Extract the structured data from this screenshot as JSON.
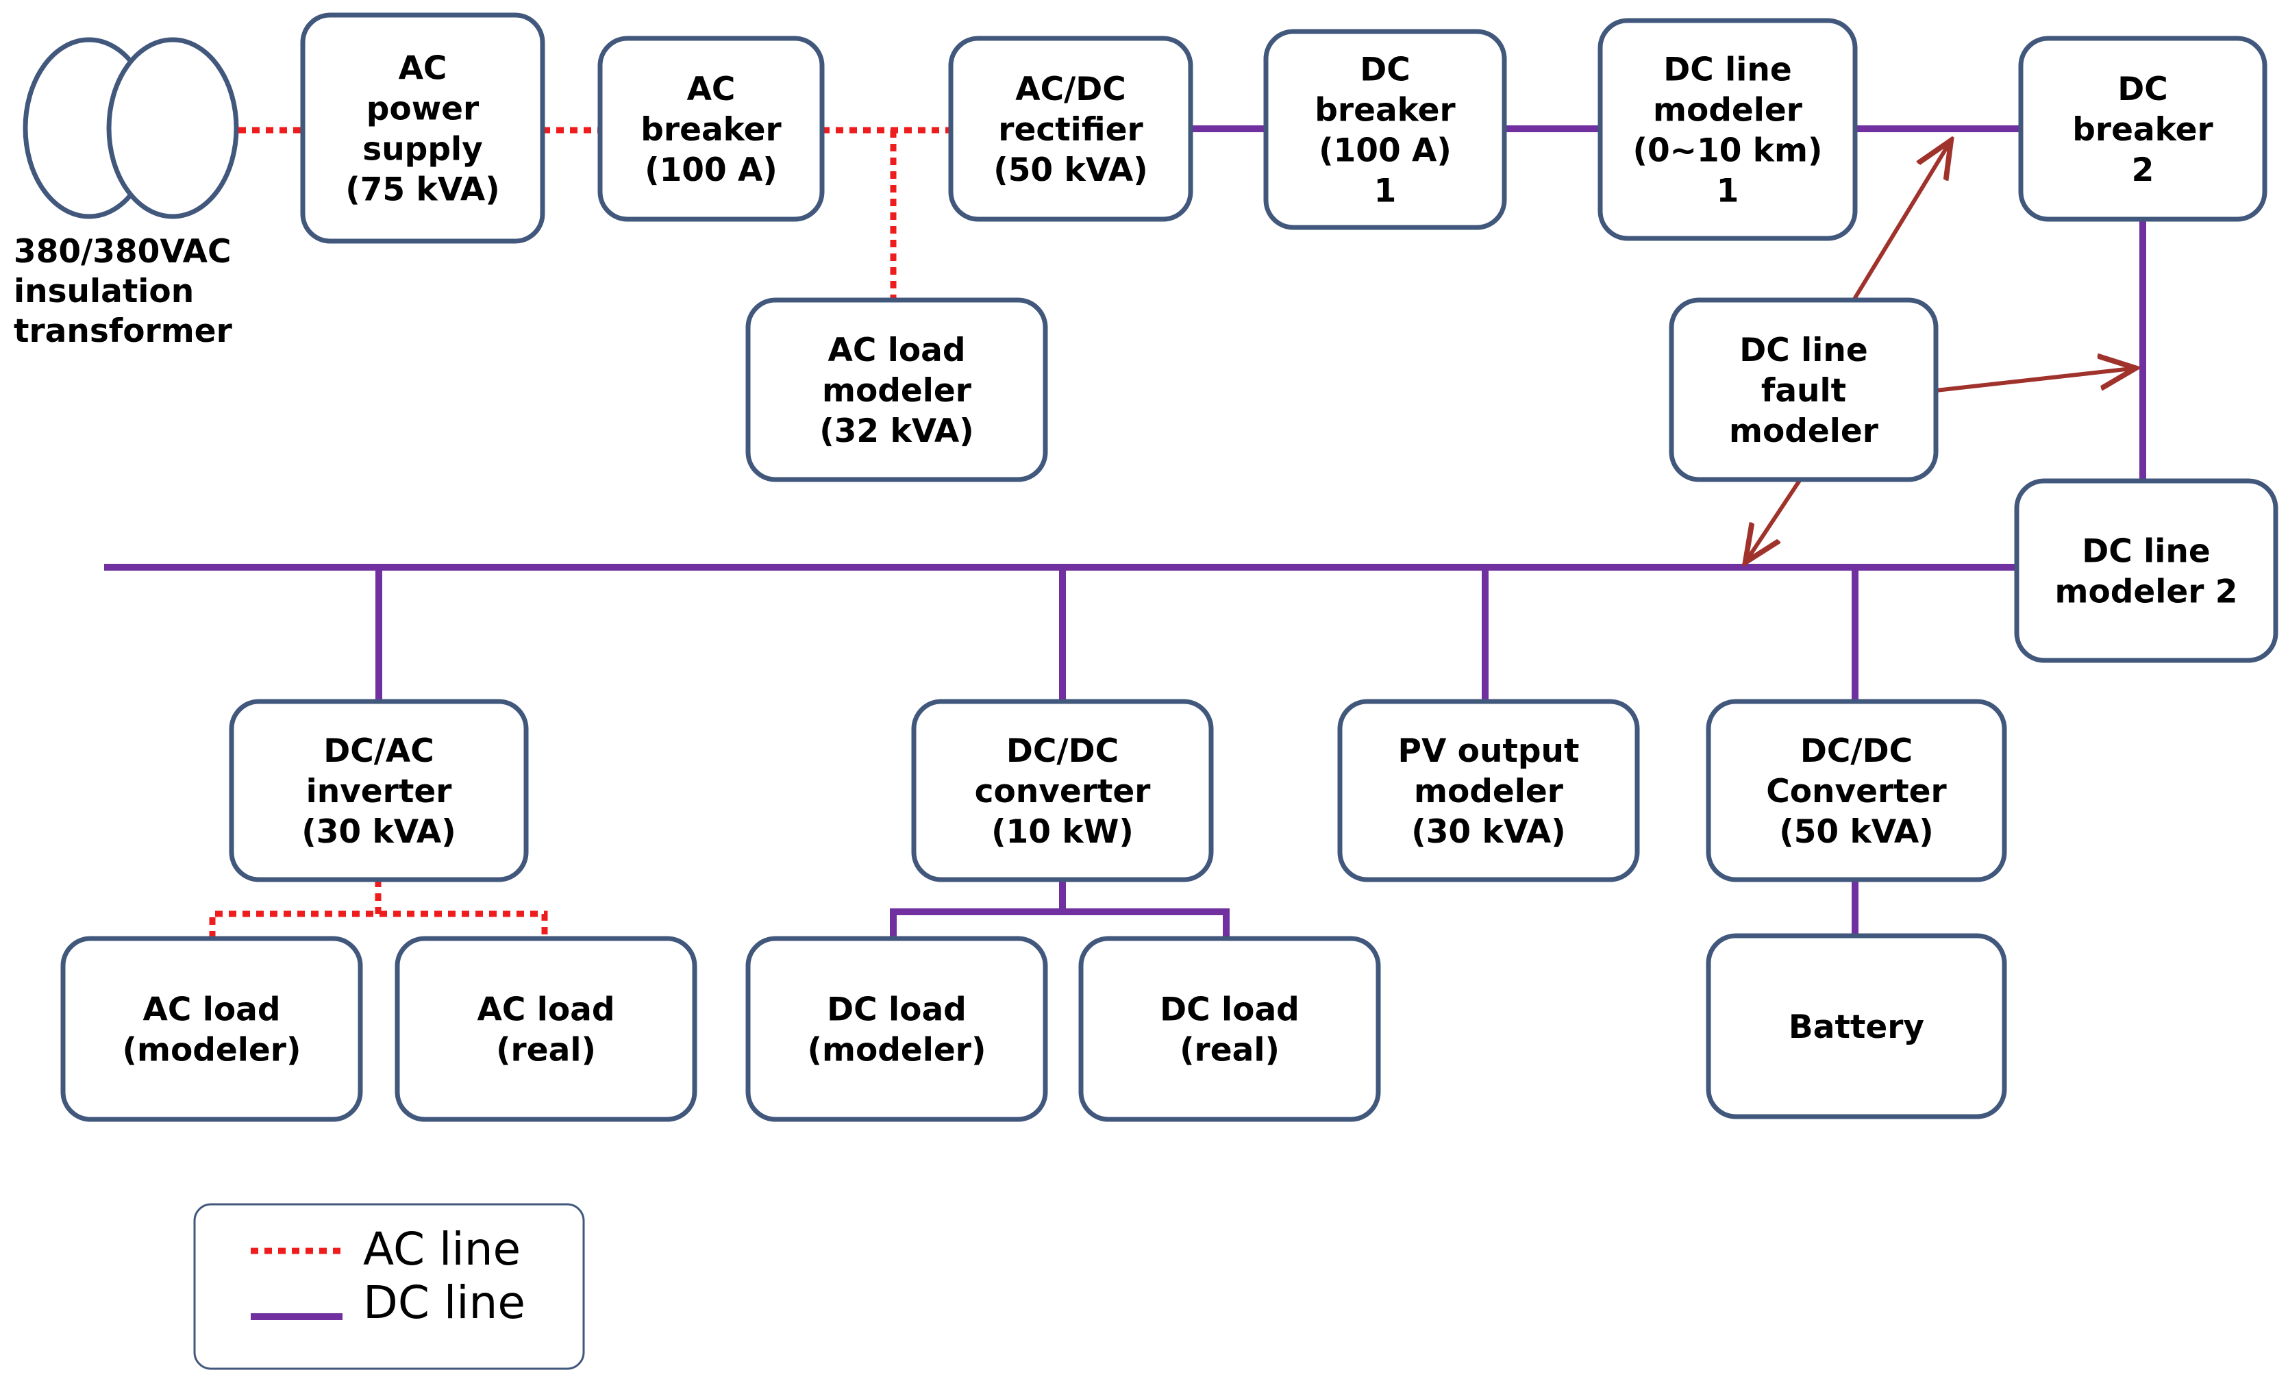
{
  "diagram": {
    "colors": {
      "box_border": "#41587c",
      "ac_line": "#ee1c1c",
      "dc_line": "#7030a0",
      "fault_arrow": "#a0322c"
    },
    "transformer": {
      "lines": [
        "380/380VAC",
        "insulation",
        "transformer"
      ]
    },
    "nodes": {
      "ac_power_supply": [
        "AC",
        "power",
        "supply",
        "(75 kVA)"
      ],
      "ac_breaker": [
        "AC",
        "breaker",
        "(100 A)"
      ],
      "ac_dc_rectifier": [
        "AC/DC",
        "rectifier",
        "(50 kVA)"
      ],
      "dc_breaker_1": [
        "DC",
        "breaker",
        "(100 A)",
        "1"
      ],
      "dc_line_modeler_1": [
        "DC line",
        "modeler",
        "(0~10 km)",
        "1"
      ],
      "dc_breaker_2": [
        "DC",
        "breaker",
        "2"
      ],
      "ac_load_modeler_32": [
        "AC load",
        "modeler",
        "(32 kVA)"
      ],
      "dc_line_fault_modeler": [
        "DC line",
        "fault",
        "modeler"
      ],
      "dc_line_modeler_2": [
        "DC line",
        "modeler 2"
      ],
      "dc_ac_inverter": [
        "DC/AC",
        "inverter",
        "(30 kVA)"
      ],
      "dc_dc_converter_10kw": [
        "DC/DC",
        "converter",
        "(10 kW)"
      ],
      "pv_output_modeler": [
        "PV output",
        "modeler",
        "(30 kVA)"
      ],
      "dc_dc_converter_50kva": [
        "DC/DC",
        "Converter",
        "(50 kVA)"
      ],
      "ac_load_modeler": [
        "AC load",
        "(modeler)"
      ],
      "ac_load_real": [
        "AC load",
        "(real)"
      ],
      "dc_load_modeler": [
        "DC load",
        "(modeler)"
      ],
      "dc_load_real": [
        "DC load",
        "(real)"
      ],
      "battery": [
        "Battery"
      ]
    },
    "legend": {
      "ac_line": "AC line",
      "dc_line": "DC line"
    }
  }
}
